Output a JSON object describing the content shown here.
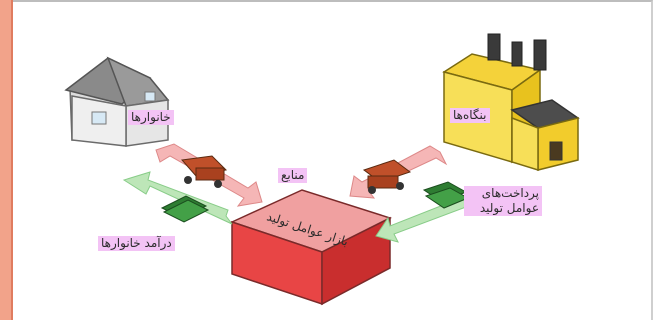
{
  "diagram": {
    "labels": {
      "households": "خانوارها",
      "firms": "بنگاه‌ها",
      "resources": "منابع",
      "factor_market": "بازار عوامل تولید",
      "payments_line1": "پرداخت‌های",
      "payments_line2": "عوامل تولید",
      "household_income": "درآمد خانوارها"
    }
  }
}
